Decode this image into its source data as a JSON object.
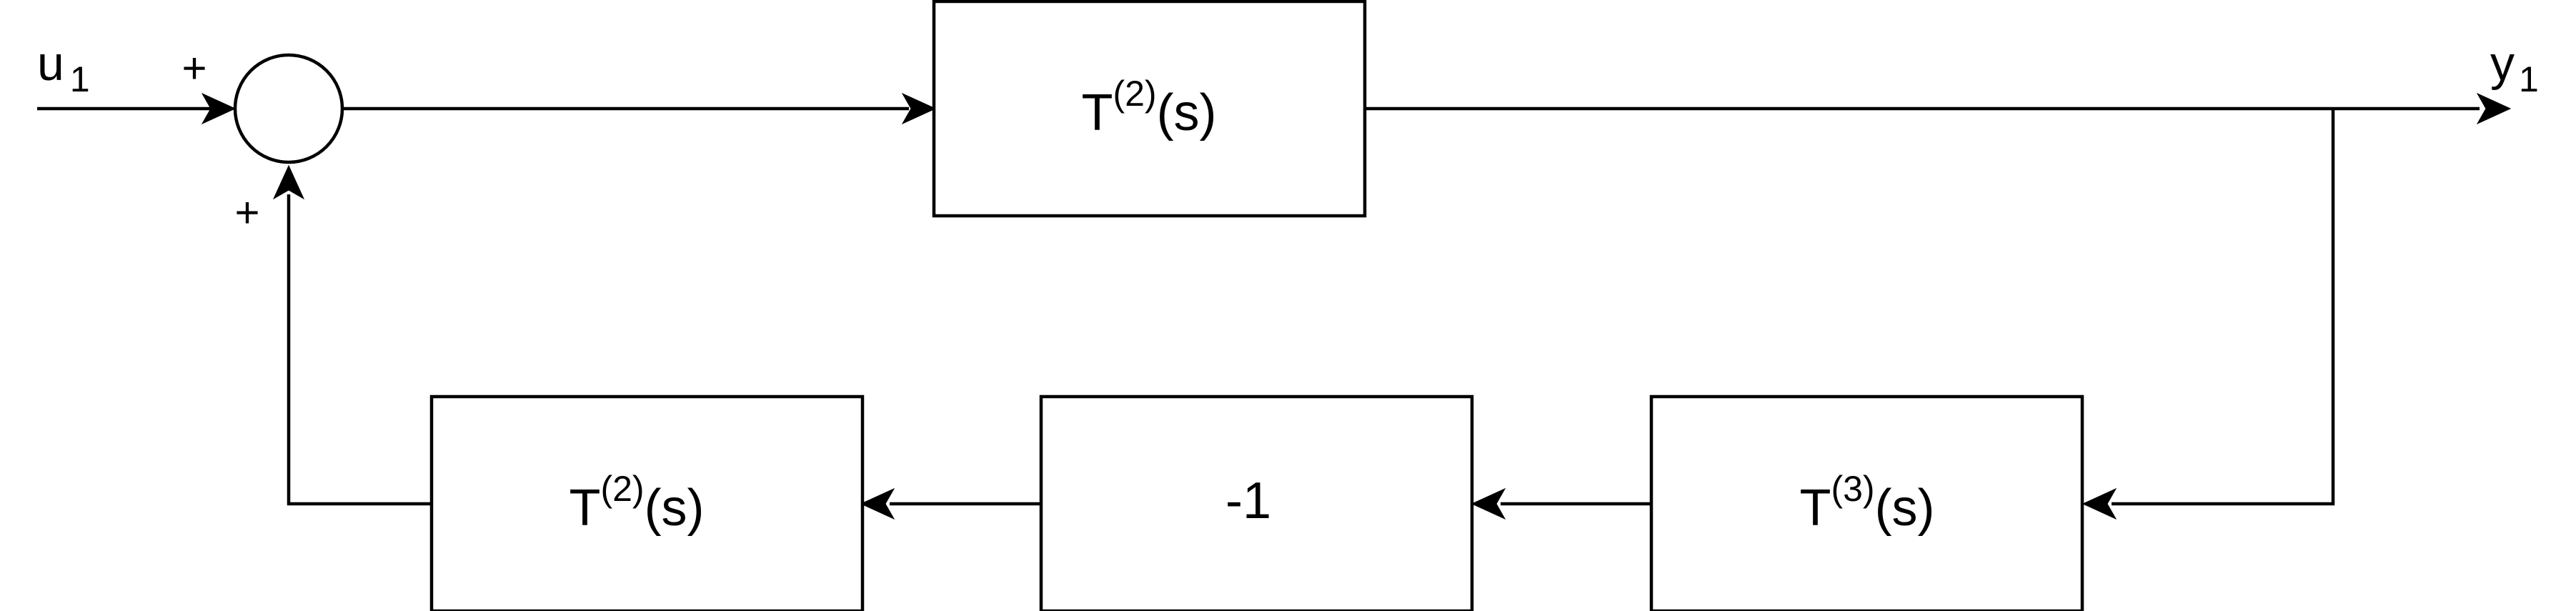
{
  "signals": {
    "input": {
      "base": "u",
      "sub": "1"
    },
    "output": {
      "base": "y",
      "sub": "1"
    }
  },
  "summing_junction": {
    "top_sign": "+",
    "bottom_sign": "+"
  },
  "blocks": {
    "forward": {
      "base": "T",
      "sup": "(2)",
      "tail": "(s)"
    },
    "feedback_left": {
      "base": "T",
      "sup": "(2)",
      "tail": "(s)"
    },
    "feedback_middle": {
      "label": "-1"
    },
    "feedback_right": {
      "base": "T",
      "sup": "(3)",
      "tail": "(s)"
    }
  }
}
